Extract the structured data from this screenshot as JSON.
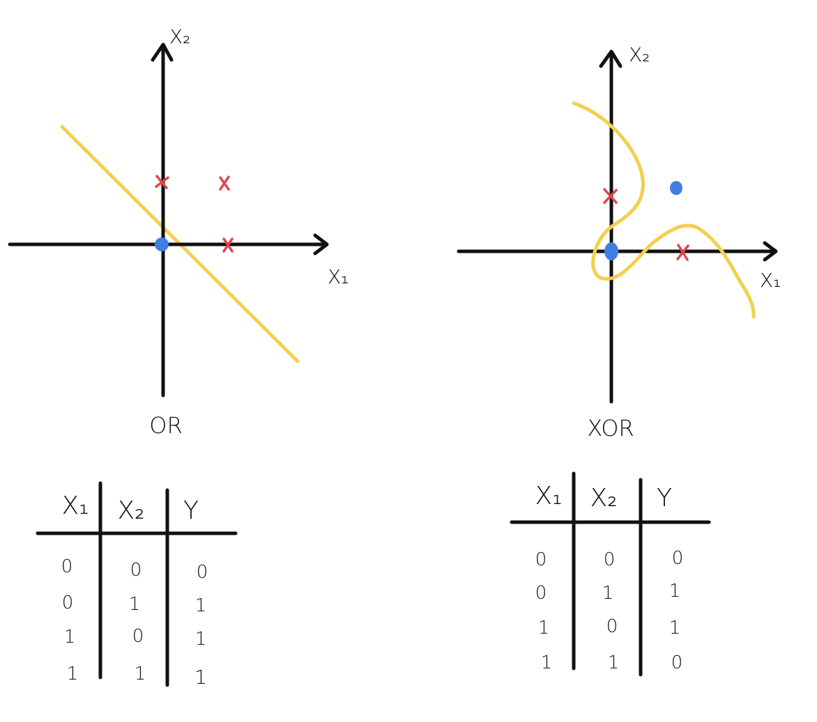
{
  "colors": {
    "ink": "#111111",
    "boundary": "#f4cf4e",
    "class_one_marker": "#e0454f",
    "class_zero_marker": "#3f7fe3",
    "background": "#ffffff"
  },
  "or_panel": {
    "caption": "OR",
    "x_axis_label": "X₁",
    "y_axis_label": "X₂",
    "points": [
      {
        "x1": 0,
        "x2": 0,
        "y": 0,
        "marker": "dot"
      },
      {
        "x1": 0,
        "x2": 1,
        "y": 1,
        "marker": "cross"
      },
      {
        "x1": 1,
        "x2": 0,
        "y": 1,
        "marker": "cross"
      },
      {
        "x1": 1,
        "x2": 1,
        "y": 1,
        "marker": "cross"
      }
    ],
    "boundary": "straight line",
    "table": {
      "headers": [
        "X₁",
        "X₂",
        "Y"
      ],
      "rows": [
        [
          "0",
          "0",
          "0"
        ],
        [
          "0",
          "1",
          "1"
        ],
        [
          "1",
          "0",
          "1"
        ],
        [
          "1",
          "1",
          "1"
        ]
      ]
    }
  },
  "xor_panel": {
    "caption": "XOR",
    "x_axis_label": "X₁",
    "y_axis_label": "X₂",
    "points": [
      {
        "x1": 0,
        "x2": 0,
        "y": 0,
        "marker": "dot"
      },
      {
        "x1": 0,
        "x2": 1,
        "y": 1,
        "marker": "cross"
      },
      {
        "x1": 1,
        "x2": 0,
        "y": 1,
        "marker": "cross"
      },
      {
        "x1": 1,
        "x2": 1,
        "y": 0,
        "marker": "dot"
      }
    ],
    "boundary": "curved line",
    "table": {
      "headers": [
        "X₁",
        "X₂",
        "Y"
      ],
      "rows": [
        [
          "0",
          "0",
          "0"
        ],
        [
          "0",
          "1",
          "1"
        ],
        [
          "1",
          "0",
          "1"
        ],
        [
          "1",
          "1",
          "0"
        ]
      ]
    }
  }
}
